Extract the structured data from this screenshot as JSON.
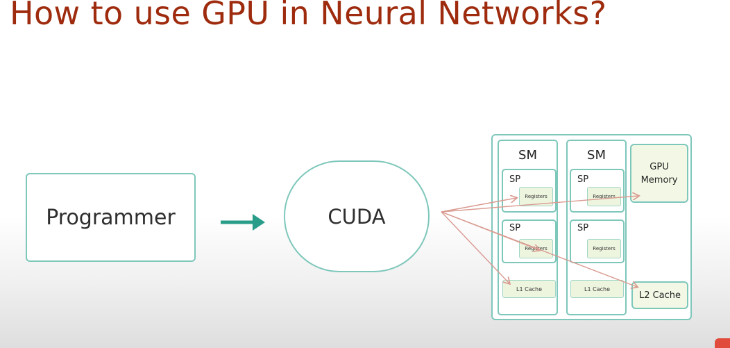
{
  "title": "How to use GPU in Neural Networks?",
  "diagram": {
    "programmer": "Programmer",
    "cuda": "CUDA",
    "sm_labels": [
      "SM",
      "SM"
    ],
    "sp_label": "SP",
    "registers_label": "Registers",
    "l1_cache_label": "L1 Cache",
    "gpu_memory_label_line1": "GPU",
    "gpu_memory_label_line2": "Memory",
    "l2_cache_label": "L2 Cache"
  },
  "colors": {
    "title": "#9e2b0e",
    "box_border": "#7ec7bb",
    "arrow_main": "#2a9d8a",
    "arrow_mapping": "#d99a90",
    "cache_fill": "#eef5df"
  }
}
